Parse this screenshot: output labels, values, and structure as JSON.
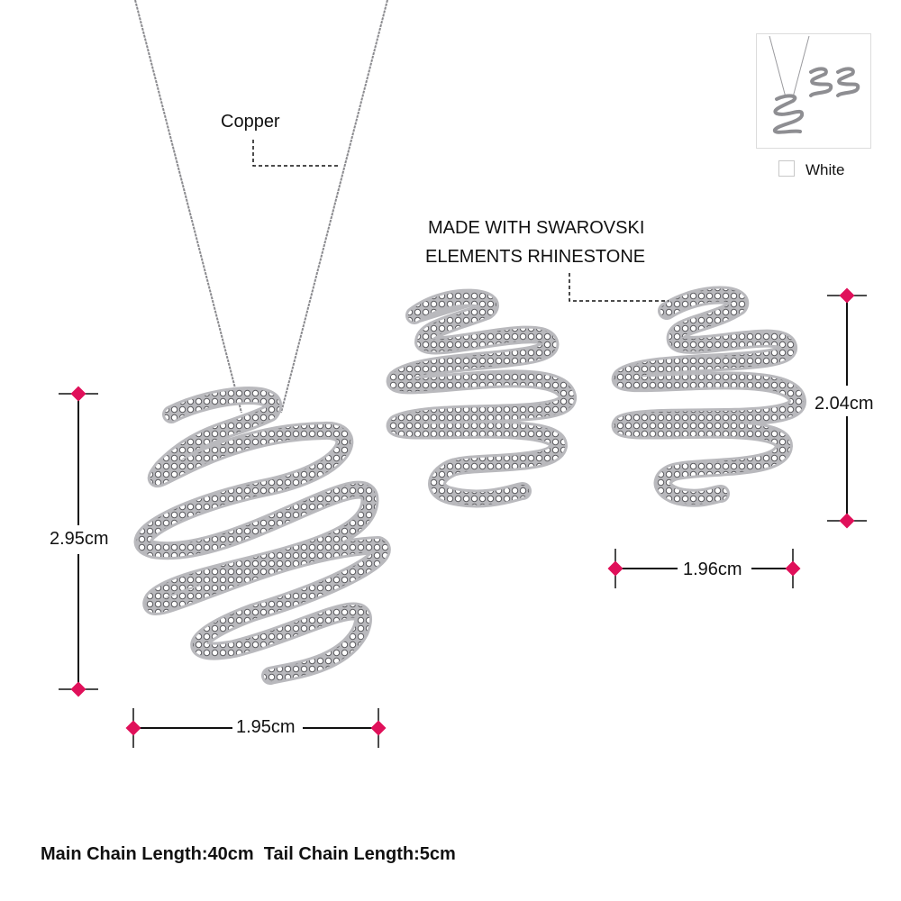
{
  "annotations": {
    "material": "Copper",
    "stone_line1": "MADE WITH SWAROVSKI",
    "stone_line2": "ELEMENTS RHINESTONE"
  },
  "pendant": {
    "height": "2.95cm",
    "width": "1.95cm"
  },
  "earring": {
    "height": "2.04cm",
    "width": "1.96cm"
  },
  "color_option": {
    "label": "White",
    "selected": false
  },
  "footer": {
    "chain_text": "Main Chain Length:40cm  Tail Chain Length:5cm"
  },
  "colors": {
    "dimension_marker": "#e0105a",
    "metal": "#b9b9bd",
    "line": "#111111"
  }
}
